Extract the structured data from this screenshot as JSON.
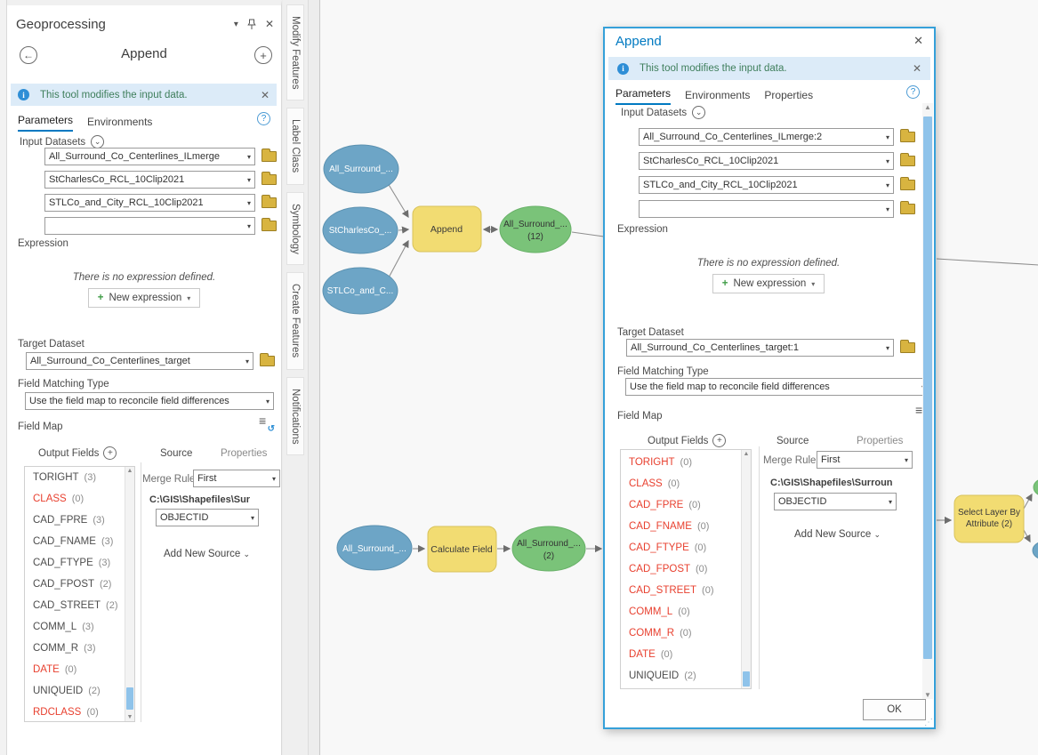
{
  "colors": {
    "accent": "#0079c1",
    "node_blue": "#6da5c6",
    "node_yellow": "#f2dc72",
    "node_green": "#7ac379",
    "red_field": "#e8402f",
    "info_green": "#3e7e5b"
  },
  "panel": {
    "title": "Geoprocessing",
    "tool_title": "Append",
    "info_text": "This tool modifies the input data.",
    "tab_parameters": "Parameters",
    "tab_environments": "Environments",
    "input_datasets_label": "Input Datasets",
    "input_values": [
      "All_Surround_Co_Centerlines_ILmerge",
      "StCharlesCo_RCL_10Clip2021",
      "STLCo_and_City_RCL_10Clip2021",
      ""
    ],
    "expression_label": "Expression",
    "expression_empty": "There is no expression defined.",
    "new_expression": "New expression",
    "target_label": "Target Dataset",
    "target_value": "All_Surround_Co_Centerlines_target",
    "fmt_label": "Field Matching Type",
    "fmt_value": "Use the field map to reconcile field differences",
    "field_map_label": "Field Map",
    "output_fields_label": "Output Fields",
    "source_tab": "Source",
    "properties_tab": "Properties",
    "merge_rule_label": "Merge Rule",
    "merge_rule_value": "First",
    "source_path": "C:\\GIS\\Shapefiles\\Sur",
    "source_field": "OBJECTID",
    "add_new_source": "Add New Source",
    "fields": [
      {
        "name": "TORIGHT",
        "count": "(3)"
      },
      {
        "name": "CLASS",
        "count": "(0)"
      },
      {
        "name": "CAD_FPRE",
        "count": "(3)"
      },
      {
        "name": "CAD_FNAME",
        "count": "(3)"
      },
      {
        "name": "CAD_FTYPE",
        "count": "(3)"
      },
      {
        "name": "CAD_FPOST",
        "count": "(2)"
      },
      {
        "name": "CAD_STREET",
        "count": "(2)"
      },
      {
        "name": "COMM_L",
        "count": "(3)"
      },
      {
        "name": "COMM_R",
        "count": "(3)"
      },
      {
        "name": "DATE",
        "count": "(0)"
      },
      {
        "name": "UNIQUEID",
        "count": "(2)"
      },
      {
        "name": "RDCLASS",
        "count": "(0)"
      }
    ]
  },
  "side_tabs": [
    "Modify Features",
    "Label Class",
    "Symbology",
    "Create Features",
    "Notifications"
  ],
  "model": {
    "input_top_1": "All_Surround_...",
    "input_top_2": "StCharlesCo_...",
    "input_top_3": "STLCo_and_C...",
    "append_tool": "Append",
    "output_top_line1": "All_Surround_...",
    "output_top_line2": "(12)",
    "input_bottom": "All_Surround_...",
    "calc_tool": "Calculate Field",
    "output_bottom_line1": "All_Surround_...",
    "output_bottom_line2": "(2)",
    "select_tool_line1": "Select Layer By",
    "select_tool_line2": "Attribute (2)"
  },
  "dialog": {
    "title": "Append",
    "info_text": "This tool modifies the input data.",
    "tab_parameters": "Parameters",
    "tab_environments": "Environments",
    "tab_properties": "Properties",
    "input_datasets_label": "Input Datasets",
    "input_values": [
      "All_Surround_Co_Centerlines_ILmerge:2",
      "StCharlesCo_RCL_10Clip2021",
      "STLCo_and_City_RCL_10Clip2021",
      ""
    ],
    "expression_label": "Expression",
    "expression_empty": "There is no expression defined.",
    "new_expression": "New expression",
    "target_label": "Target Dataset",
    "target_value": "All_Surround_Co_Centerlines_target:1",
    "fmt_label": "Field Matching Type",
    "fmt_value": "Use the field map to reconcile field differences",
    "field_map_label": "Field Map",
    "output_fields_label": "Output Fields",
    "source_tab": "Source",
    "properties_tab": "Properties",
    "merge_rule_label": "Merge Rule",
    "merge_rule_value": "First",
    "source_path": "C:\\GIS\\Shapefiles\\Surroun",
    "source_field": "OBJECTID",
    "add_new_source": "Add New Source",
    "ok_label": "OK",
    "fields": [
      {
        "name": "TORIGHT",
        "count": "(0)"
      },
      {
        "name": "CLASS",
        "count": "(0)"
      },
      {
        "name": "CAD_FPRE",
        "count": "(0)"
      },
      {
        "name": "CAD_FNAME",
        "count": "(0)"
      },
      {
        "name": "CAD_FTYPE",
        "count": "(0)"
      },
      {
        "name": "CAD_FPOST",
        "count": "(0)"
      },
      {
        "name": "CAD_STREET",
        "count": "(0)"
      },
      {
        "name": "COMM_L",
        "count": "(0)"
      },
      {
        "name": "COMM_R",
        "count": "(0)"
      },
      {
        "name": "DATE",
        "count": "(0)"
      },
      {
        "name": "UNIQUEID",
        "count": "(2)"
      }
    ]
  }
}
